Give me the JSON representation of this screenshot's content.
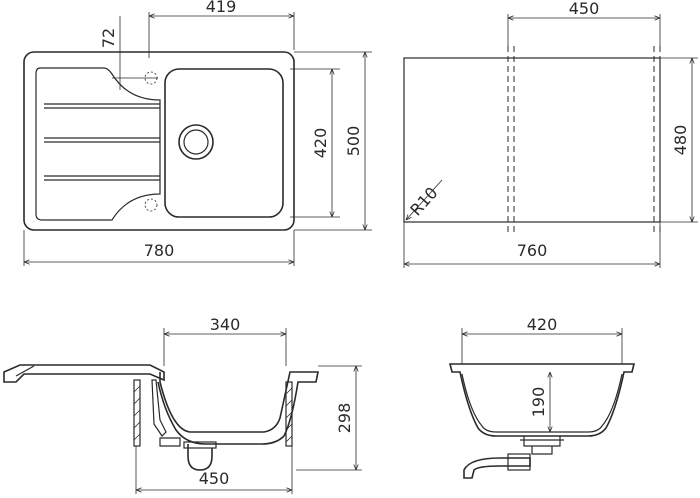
{
  "diagram": {
    "top_view": {
      "width_label": "780",
      "bowl_offset_label": "419",
      "drain_offset_label": "72",
      "bowl_height_label": "420",
      "depth_label": "500"
    },
    "cabinet_view": {
      "width_label": "760",
      "opening_label": "450",
      "depth_label": "480",
      "radius_label": "R10"
    },
    "side_section": {
      "bowl_width_label": "340",
      "cabinet_label": "450",
      "height_label": "298"
    },
    "front_section": {
      "bowl_width_label": "420",
      "bowl_depth_label": "190"
    }
  }
}
